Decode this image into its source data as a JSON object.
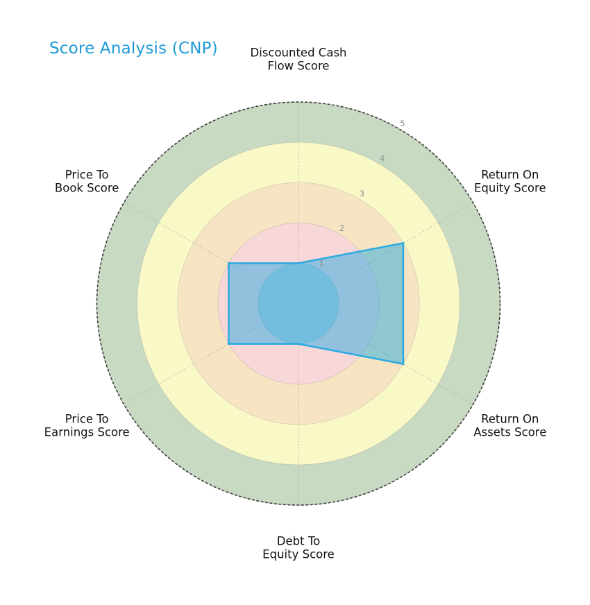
{
  "page": {
    "background": "#ffffff"
  },
  "chart_data": {
    "type": "radar",
    "title": "Score Analysis (CNP)",
    "title_color": "#1f9ad6",
    "axes": [
      {
        "label": "Discounted Cash Flow Score",
        "lines": [
          "Discounted Cash",
          "Flow Score"
        ],
        "value": 1
      },
      {
        "label": "Return On Equity Score",
        "lines": [
          "Return On",
          "Equity Score"
        ],
        "value": 3
      },
      {
        "label": "Return On Assets Score",
        "lines": [
          "Return On",
          "Assets Score"
        ],
        "value": 3
      },
      {
        "label": "Debt To Equity Score",
        "lines": [
          "Debt To",
          "Equity Score"
        ],
        "value": 1
      },
      {
        "label": "Price To Earnings Score",
        "lines": [
          "Price To",
          "Earnings Score"
        ],
        "value": 2
      },
      {
        "label": "Price To Book Score",
        "lines": [
          "Price To",
          "Book Score"
        ],
        "value": 2
      }
    ],
    "rlim": [
      0,
      5
    ],
    "rticks": [
      "1",
      "2",
      "3",
      "4",
      "5"
    ],
    "ring_colors_inner_to_outer": [
      "#bccfdd",
      "#f8d7d8",
      "#f7e4c3",
      "#f9f9c8",
      "#c8dac2"
    ],
    "series": {
      "name": "CNP",
      "line_color": "#29a9e1",
      "fill_color": "#29abe2",
      "fill_opacity": 0.5
    },
    "grid": {
      "spoke_color": "#a3a3a3",
      "ring_edge_color": "rgba(130,130,130,0.3)",
      "outer_circle_color": "#3b3b3b",
      "tick_label_color": "#8c8c8c",
      "axis_label_color": "#111111"
    },
    "layout": {
      "start_axis": "top",
      "direction": "clockwise",
      "tick_angle_deg": -60,
      "legend": "none",
      "grid_on": true
    }
  }
}
